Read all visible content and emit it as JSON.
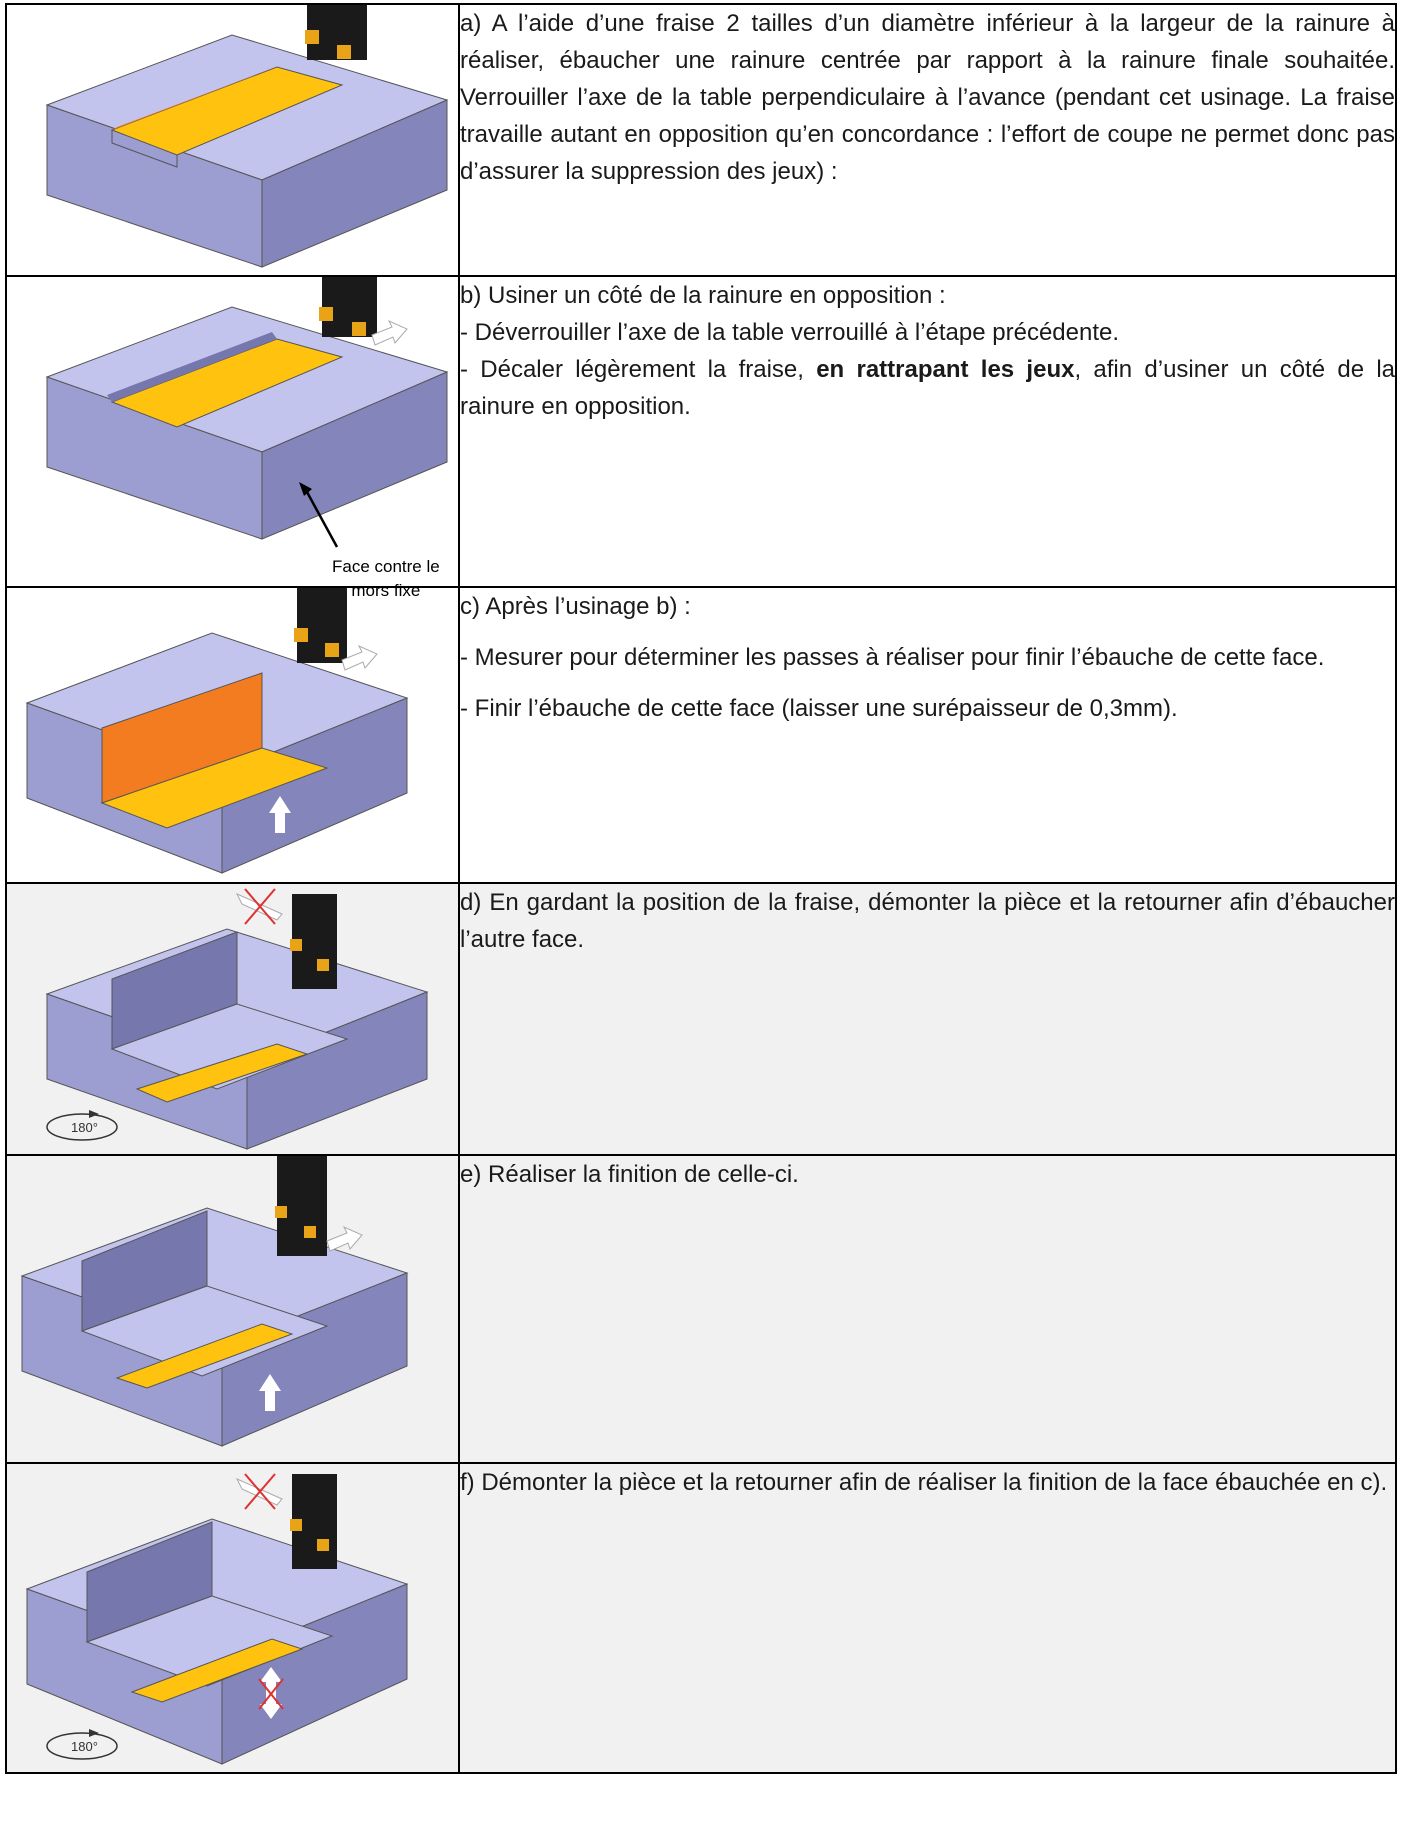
{
  "rows": [
    {
      "paragraphs": [
        "a) A l’aide d’une fraise 2 tailles d’un diamètre inférieur à la largeur de la rainure à réaliser, ébaucher une rainure centrée par rapport à la rainure finale souhaitée. Verrouiller l’axe de la table perpendiculaire à l’avance (pendant cet usinage. La fraise travaille autant en opposition qu’en concordance : l’effort de coupe ne permet donc pas d’assurer la suppression des jeux) :"
      ]
    },
    {
      "paragraphs": [
        "b) Usiner un côté de la rainure en opposition :",
        "- Déverrouiller l’axe de la table verrouillé à l’étape précédente."
      ],
      "p3_before": "- Décaler légèrement la fraise, ",
      "p3_bold": "en rattrapant les jeux",
      "p3_after": ", afin d’usiner un côté de la rainure en opposition.",
      "caption_line1": "Face contre le",
      "caption_line2": "mors fixe"
    },
    {
      "paragraphs": [
        "c) Après l’usinage b) :",
        "- Mesurer pour déterminer les passes à réaliser pour finir l’ébauche de cette face.",
        "- Finir l’ébauche de cette face (laisser une surépaisseur de 0,3mm)."
      ]
    },
    {
      "paragraphs": [
        "d) En gardant la position de la fraise, démonter la pièce et la retourner afin d’ébaucher l’autre face."
      ],
      "rotation_label": "180°"
    },
    {
      "paragraphs": [
        "e) Réaliser la finition de celle-ci."
      ]
    },
    {
      "paragraphs": [
        "f) Démonter la pièce et la retourner afin de réaliser la finition de la face ébauchée en c)."
      ],
      "rotation_label": "180°"
    }
  ],
  "colors": {
    "block_top": "#c3c4ee",
    "block_front": "#9c9dd0",
    "block_side": "#8385bb",
    "slot_floor": "#ffc20e",
    "slot_wall": "#f47c20",
    "tool": "#1a1a1a",
    "insert": "#e8a317",
    "cross": "#e03030"
  },
  "icons": [
    "milling-cutter-icon",
    "feed-arrow-icon",
    "up-arrow-icon",
    "rotate-180-icon",
    "cross-icon"
  ]
}
